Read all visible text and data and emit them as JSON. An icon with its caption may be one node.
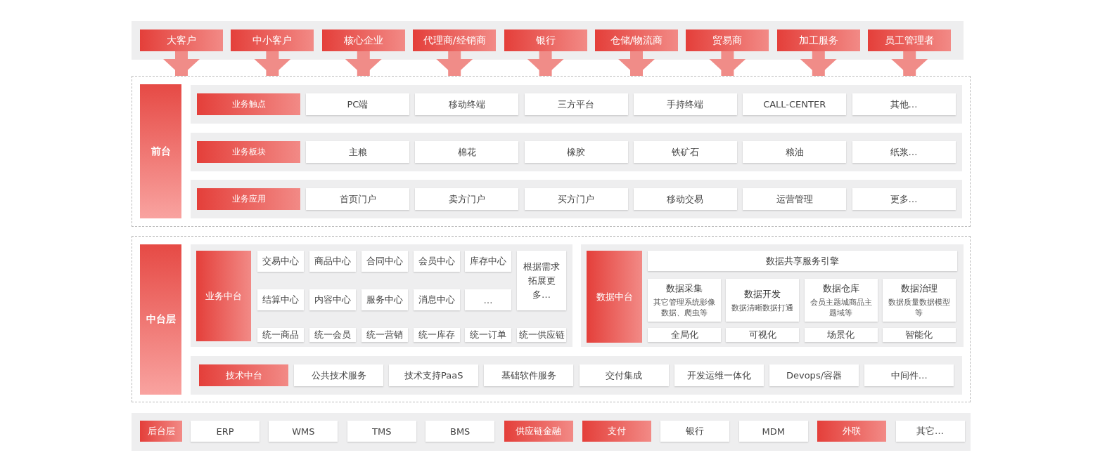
{
  "diagram": {
    "nodes": [
      {
        "text": [
          "大客户"
        ]
      },
      {
        "text": [
          "中小客户"
        ]
      },
      {
        "text": [
          "核心企业"
        ]
      },
      {
        "text": [
          "代理商/经销商"
        ]
      },
      {
        "text": [
          "银行"
        ]
      },
      {
        "text": [
          "仓储/物流商"
        ]
      },
      {
        "text": [
          "贸易商"
        ]
      },
      {
        "text": [
          "加工服务"
        ]
      },
      {
        "text": [
          "员工管理者"
        ]
      },
      {
        "text": [],
        "shape": "box"
      },
      {
        "text": [
          "前台"
        ],
        "in": 9
      },
      {
        "text": [
          "业务触点"
        ],
        "in": 9
      },
      {
        "text": [
          "PC端"
        ],
        "in": 9
      },
      {
        "text": [
          "移动终端"
        ],
        "in": 9
      },
      {
        "text": [
          "三方平台"
        ],
        "in": 9
      },
      {
        "text": [
          "手持终端"
        ],
        "in": 9
      },
      {
        "text": [
          "CALL-CENTER"
        ],
        "in": 9
      },
      {
        "text": [
          "其他…"
        ],
        "in": 9
      },
      {
        "text": [
          "业务板块"
        ],
        "in": 9
      },
      {
        "text": [
          "主粮"
        ],
        "in": 9
      },
      {
        "text": [
          "棉花"
        ],
        "in": 9
      },
      {
        "text": [
          "橡胶"
        ],
        "in": 9
      },
      {
        "text": [
          "铁矿石"
        ],
        "in": 9
      },
      {
        "text": [
          "粮油"
        ],
        "in": 9
      },
      {
        "text": [
          "纸浆…"
        ],
        "in": 9
      },
      {
        "text": [
          "业务应用"
        ],
        "in": 9
      },
      {
        "text": [
          "首页门户"
        ],
        "in": 9
      },
      {
        "text": [
          "卖方门户"
        ],
        "in": 9
      },
      {
        "text": [
          "买方门户"
        ],
        "in": 9
      },
      {
        "text": [
          "移动交易"
        ],
        "in": 9
      },
      {
        "text": [
          "运营管理"
        ],
        "in": 9
      },
      {
        "text": [
          "更多…"
        ],
        "in": 9
      },
      {
        "text": [],
        "shape": "box"
      },
      {
        "text": [
          "中台层"
        ],
        "in": 32
      },
      {
        "text": [
          "业务中台"
        ],
        "in": 32
      },
      {
        "text": [
          "交易中心"
        ],
        "in": 32
      },
      {
        "text": [
          "商品中心"
        ],
        "in": 32
      },
      {
        "text": [
          "合同中心"
        ],
        "in": 32
      },
      {
        "text": [
          "会员中心"
        ],
        "in": 32
      },
      {
        "text": [
          "库存中心"
        ],
        "in": 32
      },
      {
        "text": [
          "根据需求拓展更多…"
        ],
        "in": 32
      },
      {
        "text": [
          "结算中心"
        ],
        "in": 32
      },
      {
        "text": [
          "内容中心"
        ],
        "in": 32
      },
      {
        "text": [
          "服务中心"
        ],
        "in": 32
      },
      {
        "text": [
          "消息中心"
        ],
        "in": 32
      },
      {
        "text": [
          "…"
        ],
        "in": 32
      },
      {
        "text": [
          "统一商品"
        ],
        "in": 32
      },
      {
        "text": [
          "统一会员"
        ],
        "in": 32
      },
      {
        "text": [
          "统一营销"
        ],
        "in": 32
      },
      {
        "text": [
          "统一库存"
        ],
        "in": 32
      },
      {
        "text": [
          "统一订单"
        ],
        "in": 32
      },
      {
        "text": [
          "统一供应链"
        ],
        "in": 32
      },
      {
        "text": [
          "数据中台"
        ],
        "in": 32
      },
      {
        "text": [
          "数据共享服务引擎"
        ],
        "in": 32
      },
      {
        "text": [
          "数据采集",
          "其它管理系统影像数据、爬虫等"
        ],
        "in": 32
      },
      {
        "text": [
          "数据开发",
          "数据清晰数据打通"
        ],
        "in": 32
      },
      {
        "text": [
          "数据仓库",
          "会员主题城商品主题域等"
        ],
        "in": 32
      },
      {
        "text": [
          "数据治理",
          "数据质量数据模型等"
        ],
        "in": 32
      },
      {
        "text": [
          "全局化"
        ],
        "in": 32
      },
      {
        "text": [
          "可视化"
        ],
        "in": 32
      },
      {
        "text": [
          "场景化"
        ],
        "in": 32
      },
      {
        "text": [
          "智能化"
        ],
        "in": 32
      },
      {
        "text": [
          "技术中台"
        ],
        "in": 32
      },
      {
        "text": [
          "公共技术服务"
        ],
        "in": 32
      },
      {
        "text": [
          "技术支持PaaS"
        ],
        "in": 32
      },
      {
        "text": [
          "基础软件服务"
        ],
        "in": 32
      },
      {
        "text": [
          "交付集成"
        ],
        "in": 32
      },
      {
        "text": [
          "开发运维一体化"
        ],
        "in": 32
      },
      {
        "text": [
          "Devops/容器"
        ],
        "in": 32
      },
      {
        "text": [
          "中间件…"
        ],
        "in": 32
      },
      {
        "text": [
          "后台层"
        ]
      },
      {
        "text": [
          "ERP"
        ]
      },
      {
        "text": [
          "WMS"
        ]
      },
      {
        "text": [
          "TMS"
        ]
      },
      {
        "text": [
          "BMS"
        ]
      },
      {
        "text": [
          "供应链金融"
        ]
      },
      {
        "text": [
          "支付"
        ]
      },
      {
        "text": [
          "银行"
        ]
      },
      {
        "text": [
          "MDM"
        ]
      },
      {
        "text": [
          "外联"
        ]
      },
      {
        "text": [
          "其它…"
        ]
      }
    ],
    "edges": [
      {
        "from": 0,
        "to": 9,
        "arrow": "to"
      },
      {
        "from": 1,
        "to": 9,
        "arrow": "to"
      },
      {
        "from": 2,
        "to": 9,
        "arrow": "to"
      },
      {
        "from": 3,
        "to": 9,
        "arrow": "to"
      },
      {
        "from": 4,
        "to": 9,
        "arrow": "to"
      },
      {
        "from": 5,
        "to": 9,
        "arrow": "to"
      },
      {
        "from": 6,
        "to": 9,
        "arrow": "to"
      },
      {
        "from": 7,
        "to": 9,
        "arrow": "to"
      },
      {
        "from": 8,
        "to": 9,
        "arrow": "to"
      }
    ]
  }
}
